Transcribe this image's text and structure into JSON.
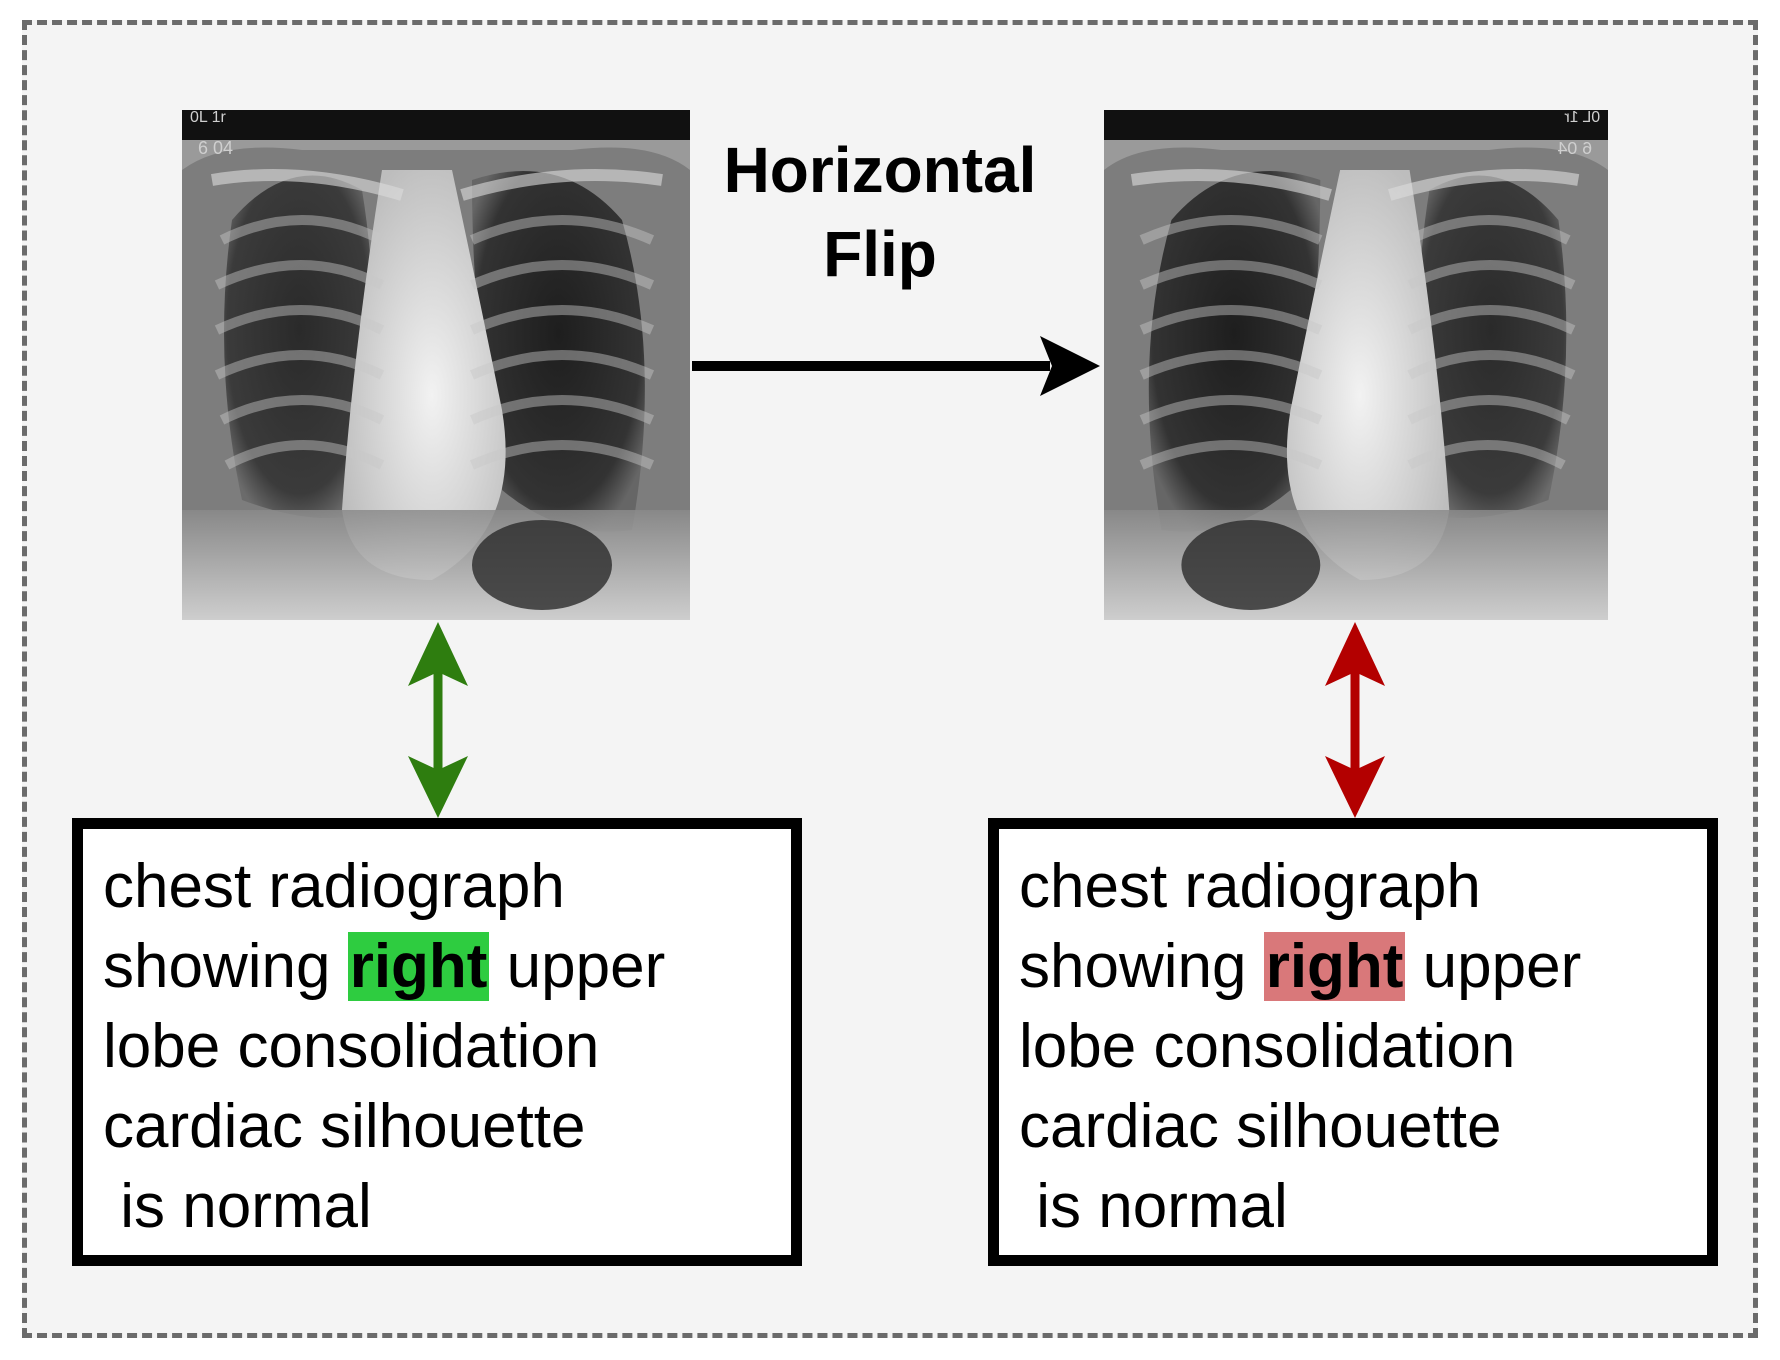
{
  "transform": {
    "line1": "Horizontal",
    "line2": "Flip"
  },
  "captions": {
    "left": {
      "line1": "chest radiograph",
      "line2_pre": "showing ",
      "highlight": "right",
      "line2_post": " upper",
      "line3": "lobe consolidation",
      "line4": "cardiac silhouette",
      "line5": " is normal",
      "highlight_color": "#2ecc40"
    },
    "right": {
      "line1": "chest radiograph",
      "line2_pre": "showing ",
      "highlight": "right",
      "line2_post": " upper",
      "line3": "lobe consolidation",
      "line4": "cardiac silhouette",
      "line5": " is normal",
      "highlight_color": "#d9787a"
    }
  },
  "xray_markers": {
    "line1": "0L 1r",
    "line2": "6 04"
  },
  "colors": {
    "consistent_arrow": "#2e7d0f",
    "inconsistent_arrow": "#b30000",
    "frame_border": "#6b6b6b"
  }
}
